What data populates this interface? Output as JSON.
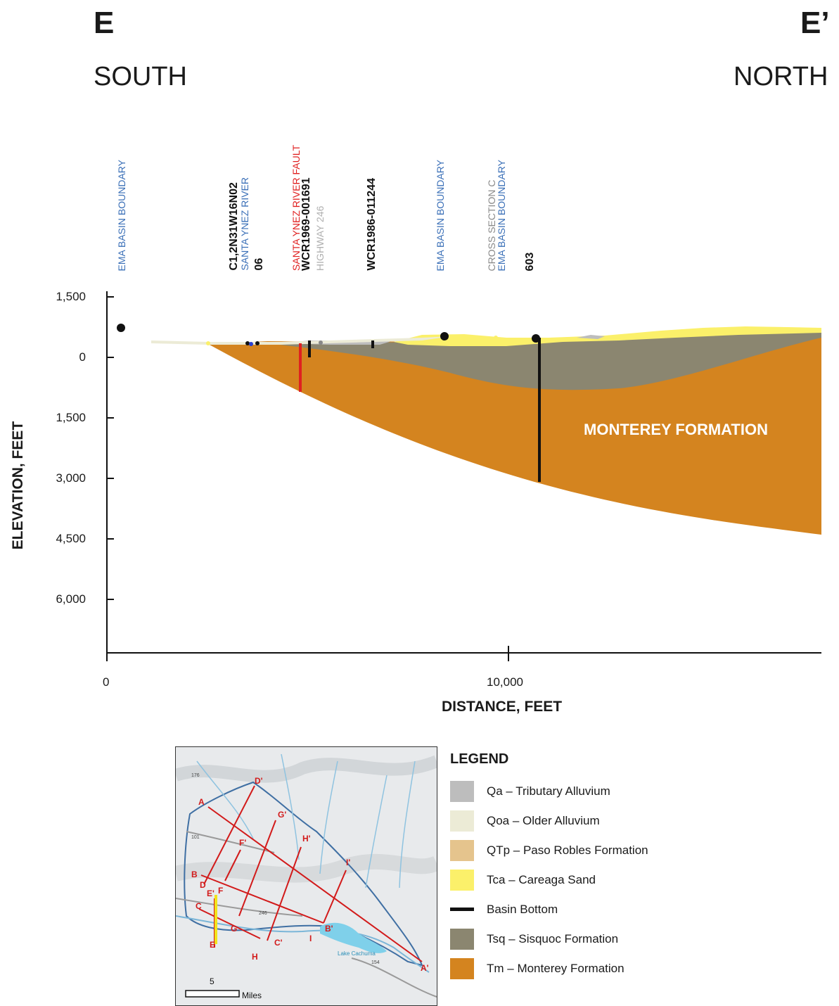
{
  "header": {
    "left_letter": "E",
    "right_letter": "E’",
    "left_direction": "SOUTH",
    "right_direction": "NORTH"
  },
  "features": [
    {
      "lines": [
        {
          "text": "EMA BASIN BOUNDARY",
          "color": "#3a6fb7",
          "bold": false
        }
      ]
    },
    {
      "lines": [
        {
          "text": "C1,2N31W16N02",
          "color": "#111111",
          "bold": true
        },
        {
          "text": "SANTA YNEZ RIVER",
          "color": "#3a6fb7",
          "bold": false
        },
        {
          "text": "06",
          "color": "#111111",
          "bold": true
        }
      ]
    },
    {
      "lines": [
        {
          "text": "SANTA YNEZ RIVER FAULT",
          "color": "#e02020",
          "bold": false
        },
        {
          "text": "WCR1969-001691",
          "color": "#111111",
          "bold": true
        },
        {
          "text": "HIGHWAY 246",
          "color": "#b0b0b0",
          "bold": false
        }
      ]
    },
    {
      "lines": [
        {
          "text": "WCR1986-011244",
          "color": "#111111",
          "bold": true
        }
      ]
    },
    {
      "lines": [
        {
          "text": "EMA BASIN BOUNDARY",
          "color": "#3a6fb7",
          "bold": false
        }
      ]
    },
    {
      "lines": [
        {
          "text": "CROSS SECTION C",
          "color": "#8a8a8a",
          "bold": false
        },
        {
          "text": "EMA BASIN BOUNDARY",
          "color": "#3a6fb7",
          "bold": false
        },
        {
          "text": "603",
          "color": "#111111",
          "bold": true
        }
      ]
    }
  ],
  "axes": {
    "y_title": "ELEVATION, FEET",
    "x_title": "DISTANCE, FEET",
    "y_ticks": [
      "1,500",
      "0",
      "1,500",
      "3,000",
      "4,500",
      "6,000"
    ],
    "x_ticks": [
      "0",
      "10,000"
    ]
  },
  "formation_label": "MONTEREY FORMATION",
  "legend": {
    "title": "LEGEND",
    "items": [
      {
        "label": "Qa – Tributary Alluvium",
        "color": "#bdbdbd",
        "kind": "swatch"
      },
      {
        "label": "Qoa – Older Alluvium",
        "color": "#ecebd6",
        "kind": "swatch"
      },
      {
        "label": "QTp – Paso Robles Formation",
        "color": "#e5c48d",
        "kind": "swatch"
      },
      {
        "label": "Tca – Careaga Sand",
        "color": "#fbf06a",
        "kind": "swatch"
      },
      {
        "label": "Basin Bottom",
        "color": "#111111",
        "kind": "line"
      },
      {
        "label": "Tsq – Sisquoc Formation",
        "color": "#8b8670",
        "kind": "swatch"
      },
      {
        "label": "Tm – Monterey Formation",
        "color": "#d4841f",
        "kind": "swatch"
      }
    ]
  },
  "map": {
    "labels": [
      "A",
      "A'",
      "B",
      "B'",
      "C",
      "C'",
      "D",
      "D'",
      "E",
      "E'",
      "F",
      "F'",
      "G",
      "G'",
      "H",
      "H'",
      "I",
      "I'"
    ],
    "lake_label": "Lake Cachuma",
    "road_labels": [
      "176",
      "101",
      "246",
      "154"
    ],
    "scale_value": "5",
    "scale_unit": "Miles"
  },
  "colors": {
    "monterey": "#d4841f",
    "sisquoc": "#8b8670",
    "careaga": "#fbf06a",
    "older_alluvium": "#ecebd6",
    "tributary_alluvium": "#bdbdbd",
    "fault": "#e02020"
  }
}
